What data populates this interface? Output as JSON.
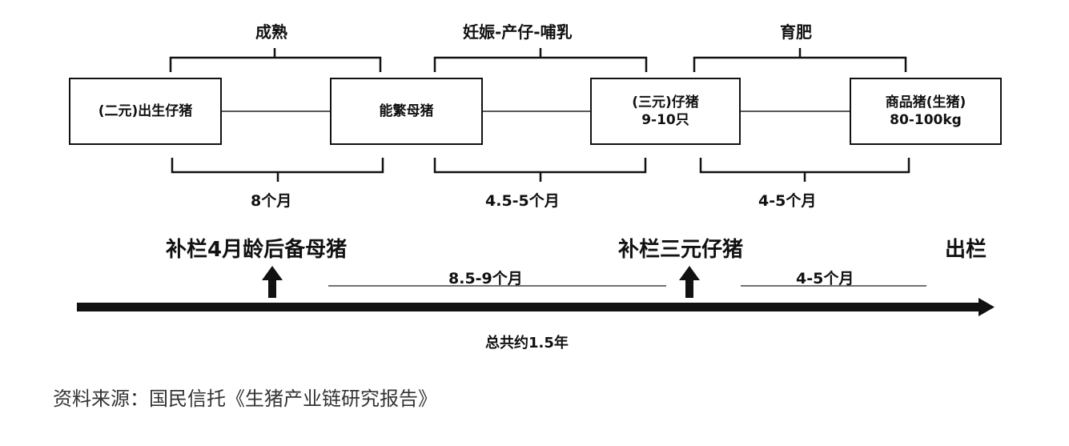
{
  "stages": [
    {
      "line1": "(二元)出生仔猪",
      "line2": ""
    },
    {
      "line1": "能繁母猪",
      "line2": ""
    },
    {
      "line1": "(三元)仔猪",
      "line2": "9-10只"
    },
    {
      "line1": "商品猪(生猪)",
      "line2": "80-100kg"
    }
  ],
  "phases": [
    "成熟",
    "妊娠-产仔-哺乳",
    "育肥"
  ],
  "durations": [
    "8个月",
    "4.5-5个月",
    "4-5个月"
  ],
  "timeline": {
    "events": [
      "补栏4月龄后备母猪",
      "补栏三元仔猪",
      "出栏"
    ],
    "spans": [
      "8.5-9个月",
      "4-5个月"
    ],
    "total": "总共约1.5年"
  },
  "source": "资料来源：国民信托《生猪产业链研究报告》"
}
